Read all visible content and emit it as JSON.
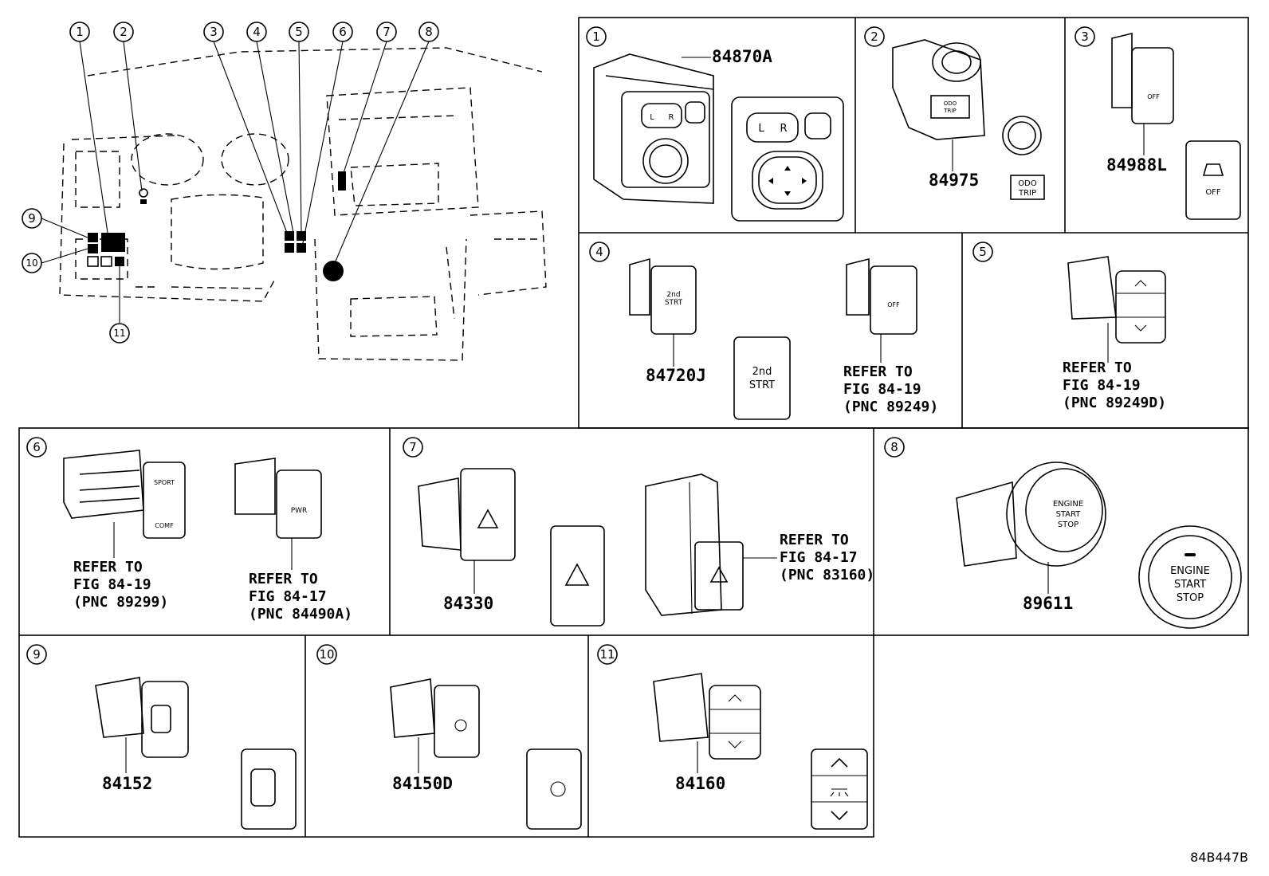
{
  "callouts": [
    "1",
    "2",
    "3",
    "4",
    "5",
    "6",
    "7",
    "8",
    "9",
    "10",
    "11"
  ],
  "panels": {
    "p1": {
      "num": "1",
      "part": "84870A",
      "l": "L",
      "r": "R"
    },
    "p2": {
      "num": "2",
      "part": "84975",
      "odo": "ODO",
      "trip": "TRIP"
    },
    "p3": {
      "num": "3",
      "part": "84988L",
      "off": "OFF"
    },
    "p4": {
      "num": "4",
      "part": "84720J",
      "btn_line1": "2nd",
      "btn_line2": "STRT",
      "off": "OFF",
      "ref": [
        "REFER TO",
        "FIG 84-19",
        "(PNC 89249)"
      ]
    },
    "p5": {
      "num": "5",
      "ref": [
        "REFER TO",
        "FIG 84-19",
        "(PNC 89249D)"
      ]
    },
    "p6": {
      "num": "6",
      "sport": "SPORT",
      "comf": "COMF",
      "pwr": "PWR",
      "ref_a": [
        "REFER TO",
        "FIG 84-19",
        "(PNC 89299)"
      ],
      "ref_b": [
        "REFER TO",
        "FIG 84-17",
        "(PNC 84490A)"
      ]
    },
    "p7": {
      "num": "7",
      "part": "84330",
      "ref": [
        "REFER TO",
        "FIG 84-17",
        "(PNC 83160)"
      ]
    },
    "p8": {
      "num": "8",
      "part": "89611",
      "btn": [
        "ENGINE",
        "START",
        "STOP"
      ]
    },
    "p9": {
      "num": "9",
      "part": "84152"
    },
    "p10": {
      "num": "10",
      "part": "84150D"
    },
    "p11": {
      "num": "11",
      "part": "84160"
    }
  },
  "figure_code": "84B447B"
}
